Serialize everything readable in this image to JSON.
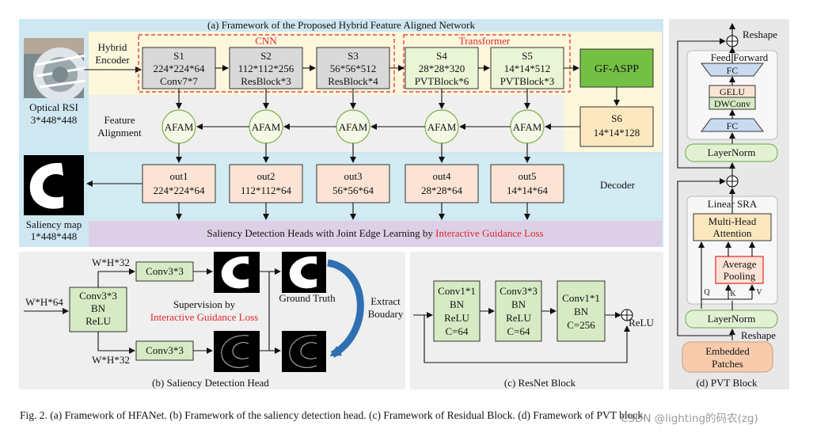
{
  "panel_a": {
    "title": "(a) Framework of the Proposed Hybrid Feature Aligned Network",
    "hybrid_encoder": [
      "Hybrid",
      "Encoder"
    ],
    "cnn_label": "CNN",
    "transformer_label": "Transformer",
    "stages": [
      {
        "name": "S1",
        "dims": "224*224*64",
        "op": "Conv7*7"
      },
      {
        "name": "S2",
        "dims": "112*112*256",
        "op": "ResBlock*3"
      },
      {
        "name": "S3",
        "dims": "56*56*512",
        "op": "ResBlock*4"
      },
      {
        "name": "S4",
        "dims": "28*28*320",
        "op": "PVTBlock*6"
      },
      {
        "name": "S5",
        "dims": "14*14*512",
        "op": "PVTBlock*3"
      }
    ],
    "gf_aspp": "GF-ASPP",
    "s6": {
      "name": "S6",
      "dims": "14*14*128"
    },
    "feature_alignment": [
      "Feature",
      "Alignment"
    ],
    "afam": "AFAM",
    "outs": [
      {
        "name": "out1",
        "dims": "224*224*64"
      },
      {
        "name": "out2",
        "dims": "112*112*64"
      },
      {
        "name": "out3",
        "dims": "56*56*64"
      },
      {
        "name": "out4",
        "dims": "28*28*64"
      },
      {
        "name": "out5",
        "dims": "14*14*64"
      }
    ],
    "decoder": "Decoder",
    "optical_rsi": [
      "Optical RSI",
      "3*448*448"
    ],
    "saliency_map": [
      "Saliency map",
      "1*448*448"
    ],
    "heads_text": "Saliency Detection Heads with Joint Edge Learning by ",
    "heads_red": "Interactive Guidance Loss"
  },
  "panel_b": {
    "caption": "(b) Saliency Detection Head",
    "input": "W*H*64",
    "cbr": [
      "Conv3*3",
      "BN",
      "ReLU"
    ],
    "top_dim": "W*H*32",
    "bottom_dim": "W*H*32",
    "conv": "Conv3*3",
    "supervision": "Supervision by",
    "supervision_red": "Interactive Guidance Loss",
    "ground_truth": "Ground Truth",
    "extract": [
      "Extract",
      "Boudary"
    ]
  },
  "panel_c": {
    "caption": "(c) ResNet Block",
    "blocks": [
      [
        "Conv1*1",
        "BN",
        "ReLU",
        "C=64"
      ],
      [
        "Conv3*3",
        "BN",
        "ReLU",
        "C=64"
      ],
      [
        "Conv1*1",
        "BN",
        "C=256"
      ]
    ],
    "relu": "ReLU"
  },
  "panel_d": {
    "caption": "(d) PVT Block",
    "reshape_top": "Reshape",
    "feed_forward": "Feed  Forward",
    "fc": "FC",
    "gelu": "GELU",
    "dwconv": "DWConv",
    "layernorm": "LayerNorm",
    "linear_sra": "Linear  SRA",
    "mha": [
      "Multi-Head",
      "Attention"
    ],
    "avgpool": [
      "Average",
      "Pooling"
    ],
    "q": "Q",
    "k": "K",
    "v": "V",
    "reshape_bottom": "Reshape",
    "embedded": [
      "Embedded",
      "Patches"
    ]
  },
  "caption": "Fig. 2.    (a) Framework of HFANet. (b) Framework of the saliency detection head. (c) Framework of Residual Block. (d) Framework of PVT block.",
  "watermark": "CSDN @lighting的码农(zg)",
  "colors": {
    "panel_blue": "#cfe7f1",
    "encoder_bg": "#fdf7dc",
    "stage_gray": "#d9d9d9",
    "stage_green": "#e9f5d4",
    "gf_green": "#74c044",
    "s6_orange": "#fce8bf",
    "out_pink": "#fbe4d5",
    "heads_purple": "#ddd0e6",
    "panel_gray": "#efefef",
    "conv_green": "#d6ebc4",
    "red": "#e0262b"
  }
}
